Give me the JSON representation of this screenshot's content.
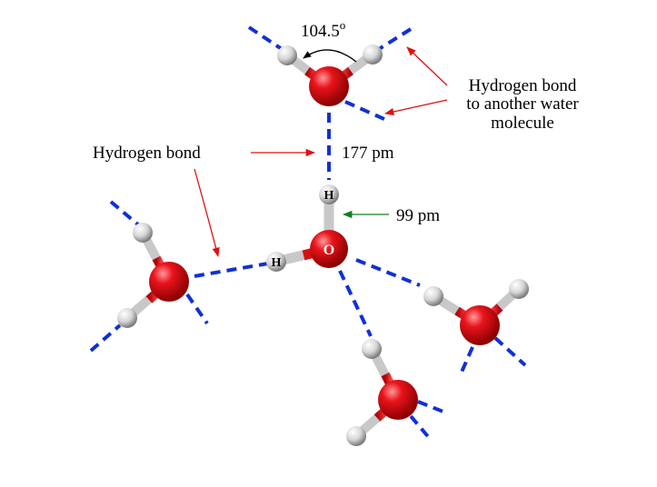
{
  "labels": {
    "angle": "104.5",
    "angle_unit": "o",
    "hbond_other_line1": "Hydrogen bond",
    "hbond_other_line2": "to another water",
    "hbond_other_line3": "molecule",
    "hbond": "Hydrogen bond",
    "hbond_length": "177 pm",
    "oh_length": "99 pm",
    "central_h_top": "H",
    "central_h_left": "H",
    "central_o": "O"
  },
  "colors": {
    "oxygen": "#e0141c",
    "hydrogen": "#d8d8d8",
    "hbond": "#1030d8",
    "arrow_red": "#e01010",
    "arrow_green": "#108020"
  }
}
